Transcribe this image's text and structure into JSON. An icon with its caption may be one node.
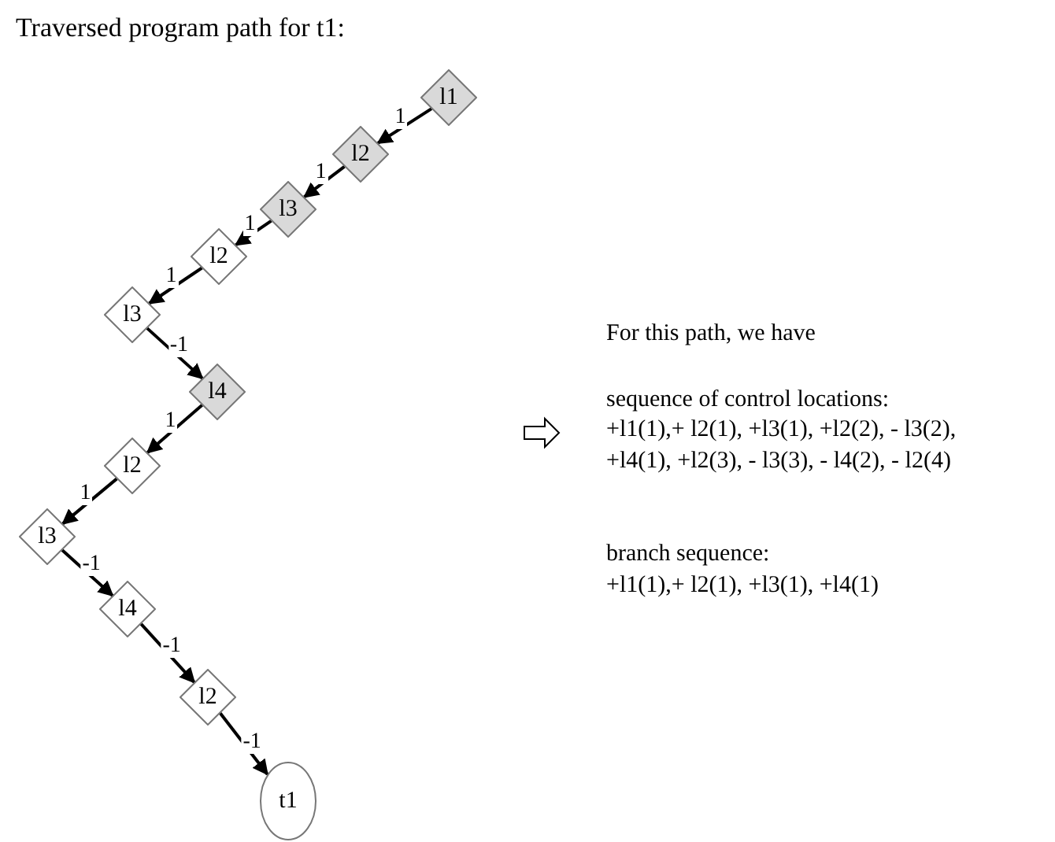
{
  "diagram": {
    "title": "Traversed program path for t1:",
    "nodes": [
      {
        "text": [
          "l1"
        ]
      },
      {
        "text": [
          "l2"
        ]
      },
      {
        "text": [
          "l3"
        ]
      },
      {
        "text": [
          "l2"
        ]
      },
      {
        "text": [
          "l3"
        ]
      },
      {
        "text": [
          "l4"
        ]
      },
      {
        "text": [
          "l2"
        ]
      },
      {
        "text": [
          "l3"
        ]
      },
      {
        "text": [
          "l4"
        ]
      },
      {
        "text": [
          "l2"
        ]
      },
      {
        "text": [
          "t1"
        ]
      }
    ],
    "edges": [
      {
        "from": 0,
        "to": 1,
        "arrow": "to",
        "label": "1"
      },
      {
        "from": 1,
        "to": 2,
        "arrow": "to",
        "label": "1"
      },
      {
        "from": 2,
        "to": 3,
        "arrow": "to",
        "label": "1"
      },
      {
        "from": 3,
        "to": 4,
        "arrow": "to",
        "label": "1"
      },
      {
        "from": 4,
        "to": 5,
        "arrow": "to",
        "label": "-1"
      },
      {
        "from": 5,
        "to": 6,
        "arrow": "to",
        "label": "1"
      },
      {
        "from": 6,
        "to": 7,
        "arrow": "to",
        "label": "1"
      },
      {
        "from": 7,
        "to": 8,
        "arrow": "to",
        "label": "-1"
      },
      {
        "from": 8,
        "to": 9,
        "arrow": "to",
        "label": "-1"
      },
      {
        "from": 9,
        "to": 10,
        "arrow": "to",
        "label": "-1"
      }
    ],
    "labels": [
      "For this path, we have",
      "sequence of control locations:",
      "+l1(1),+ l2(1), +l3(1), +l2(2), - l3(2), +l4(1), +l2(3), - l3(3), - l4(2), - l2(4)",
      "branch sequence:",
      "+l1(1),+ l2(1), +l3(1), +l4(1)"
    ]
  }
}
